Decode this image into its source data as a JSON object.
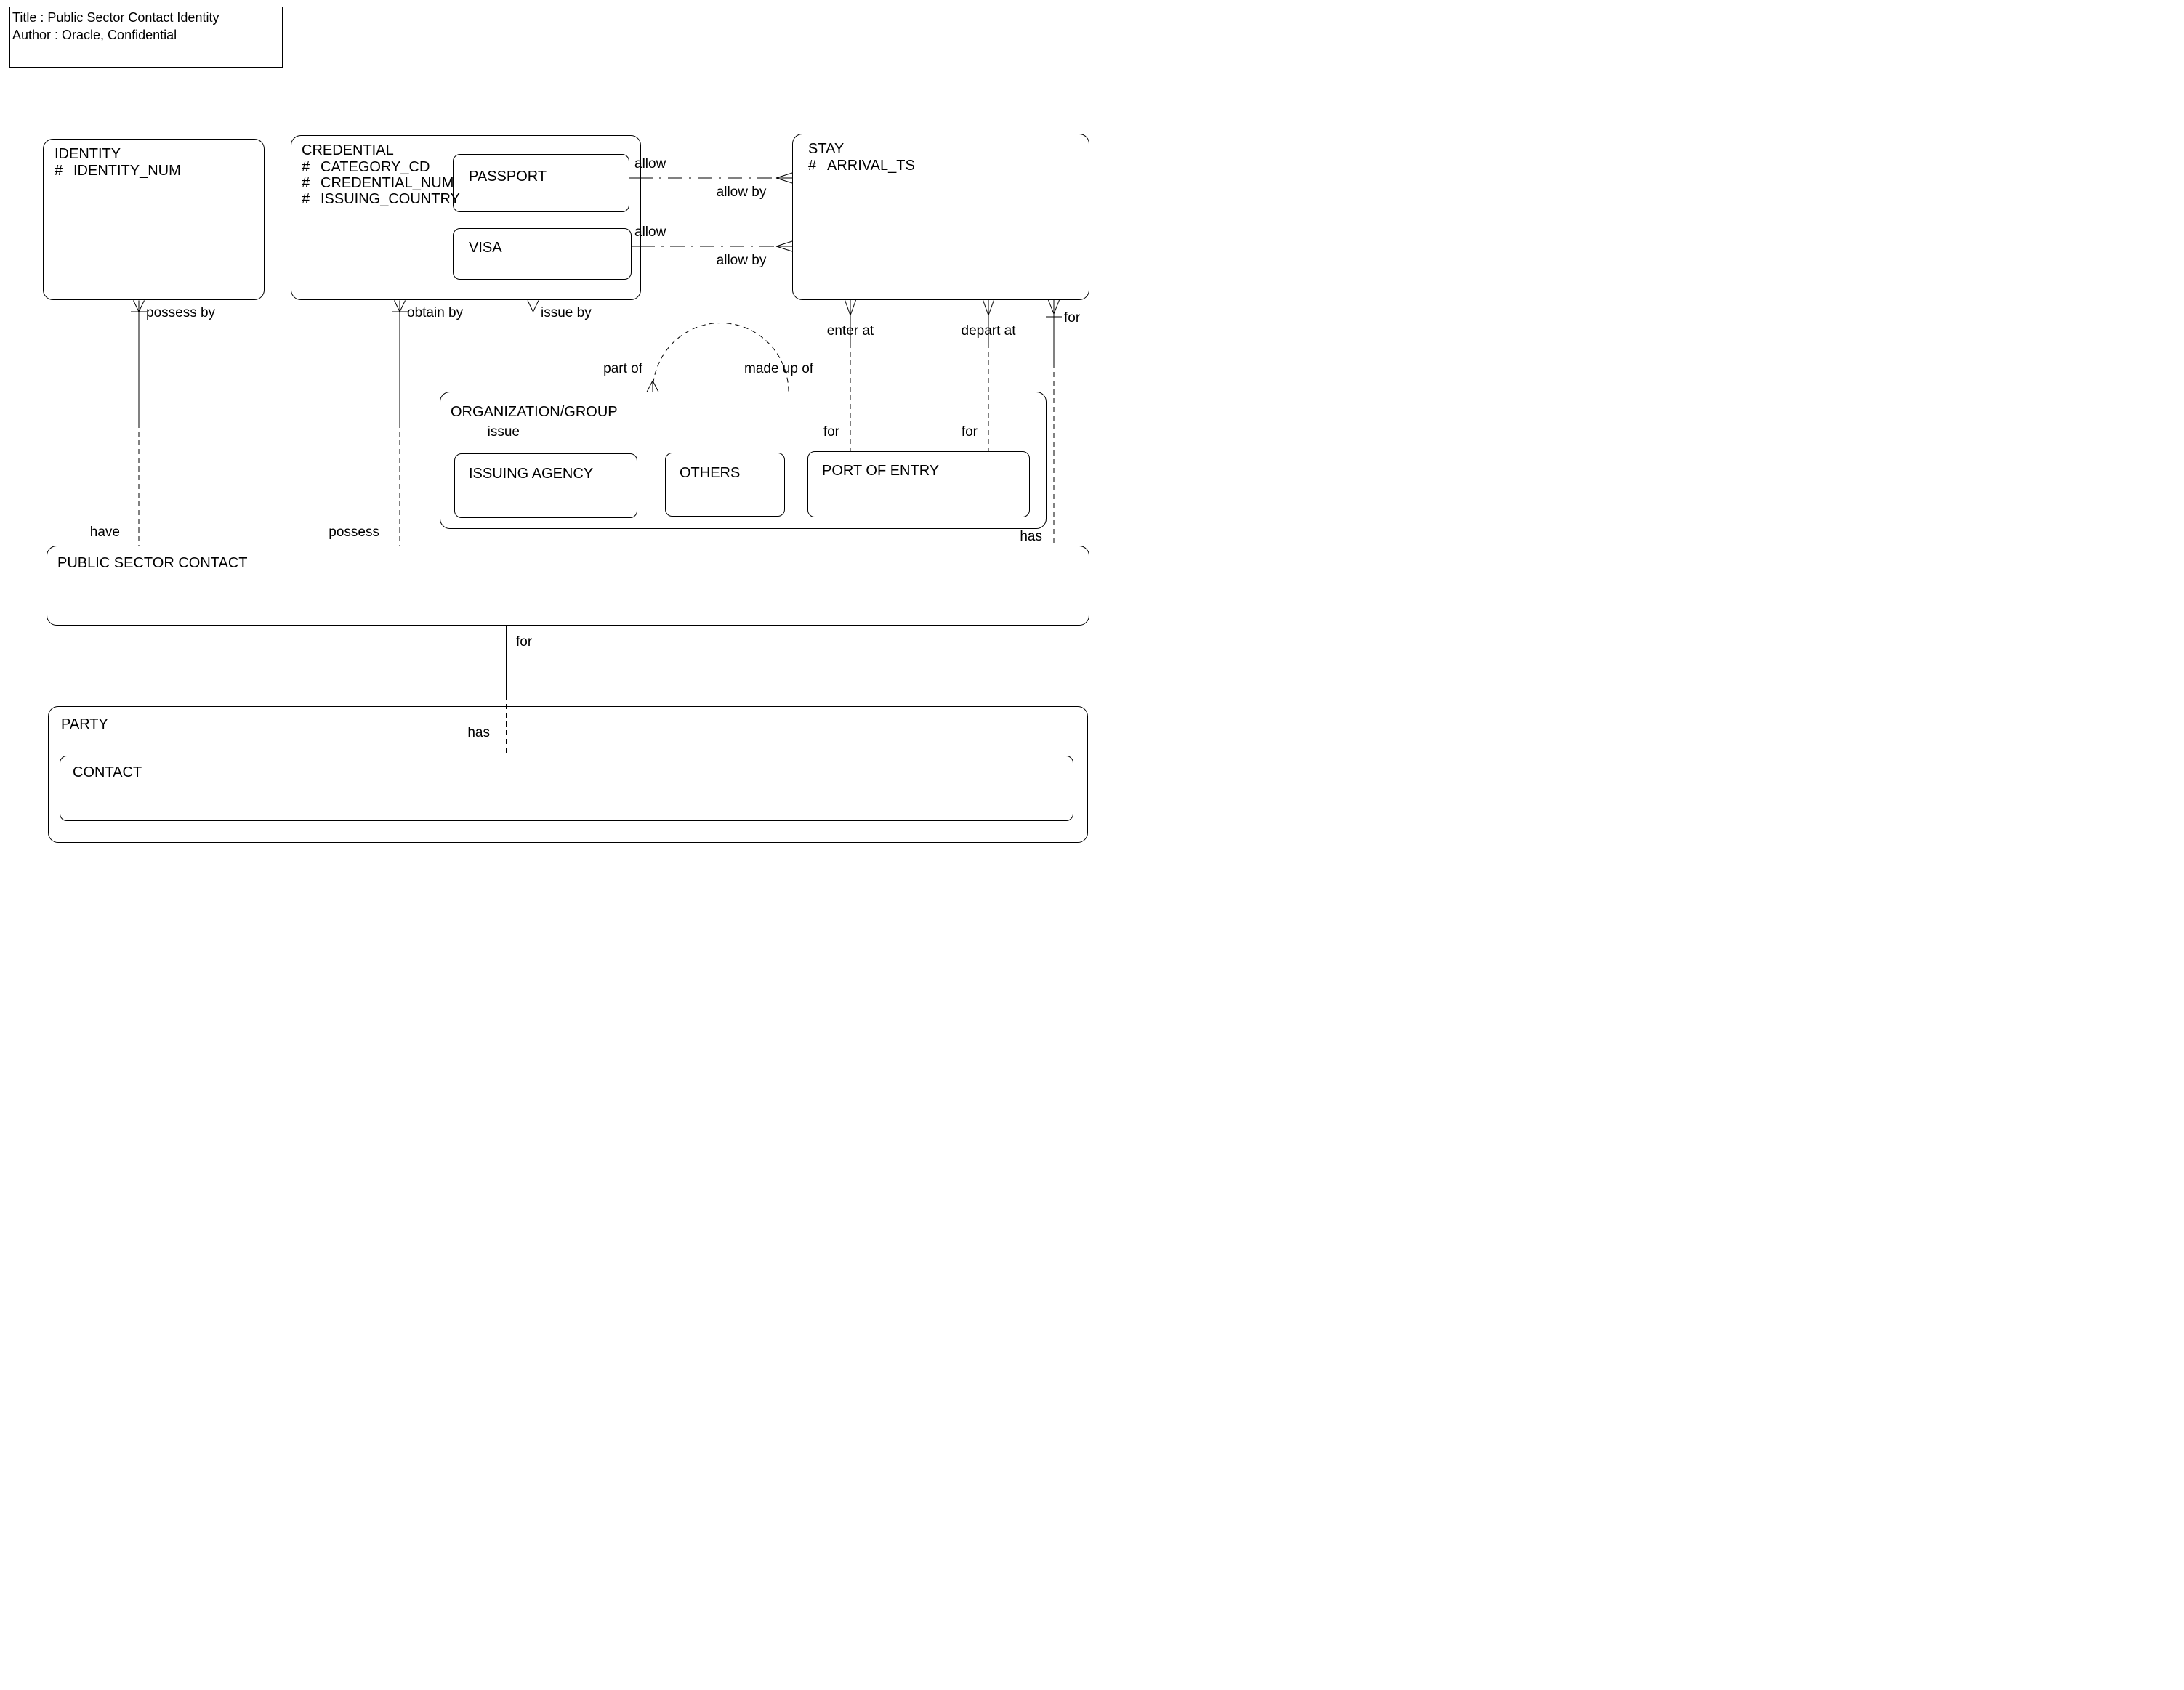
{
  "title_box": {
    "line1": "Title : Public Sector Contact Identity",
    "line2": "Author : Oracle, Confidential"
  },
  "attribute_prefix": "#",
  "entities": {
    "identity": {
      "name": "IDENTITY",
      "attributes": [
        "IDENTITY_NUM"
      ]
    },
    "credential": {
      "name": "CREDENTIAL",
      "attributes": [
        "CATEGORY_CD",
        "CREDENTIAL_NUM",
        "ISSUING_COUNTRY"
      ],
      "subtypes": {
        "passport": "PASSPORT",
        "visa": "VISA"
      }
    },
    "stay": {
      "name": "STAY",
      "attributes": [
        "ARRIVAL_TS"
      ]
    },
    "organization_group": {
      "name": "ORGANIZATION/GROUP",
      "subtypes": {
        "issuing_agency": "ISSUING AGENCY",
        "others": "OTHERS",
        "port_of_entry": "PORT OF ENTRY"
      }
    },
    "public_sector_contact": {
      "name": "PUBLIC SECTOR CONTACT"
    },
    "party": {
      "name": "PARTY",
      "subtypes": {
        "contact": "CONTACT"
      }
    }
  },
  "relationships": {
    "identity_psc": {
      "near": "possess by",
      "far": "have"
    },
    "credential_psc": {
      "near": "obtain by",
      "far": "possess"
    },
    "credential_issuing_agency": {
      "near": "issue by",
      "far": "issue"
    },
    "passport_stay": {
      "near": "allow",
      "far": "allow by"
    },
    "visa_stay": {
      "near": "allow",
      "far": "allow by"
    },
    "stay_poe_enter": {
      "near": "enter at",
      "far": "for"
    },
    "stay_poe_depart": {
      "near": "depart at",
      "far": "for"
    },
    "stay_psc": {
      "near": "for",
      "far": "has"
    },
    "psc_contact": {
      "near": "for",
      "far": "has"
    },
    "org_recursive": {
      "near": "part of",
      "far": "made up of"
    }
  }
}
